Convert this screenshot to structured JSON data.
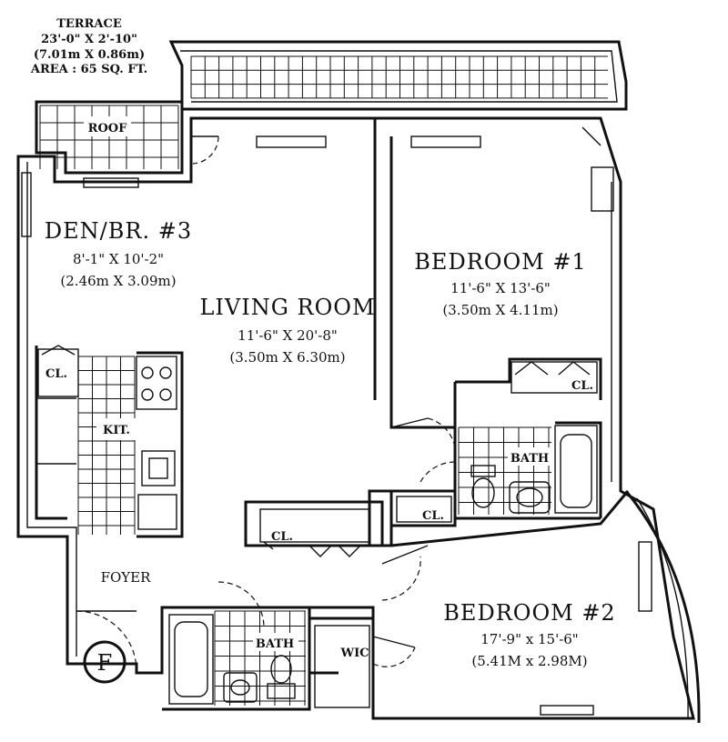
{
  "terrace": {
    "title": "TERRACE",
    "dims_ft": "23'-0\" X 2'-10\"",
    "dims_m": "(7.01m X 0.86m)",
    "area": "AREA : 65 SQ. FT."
  },
  "roof": {
    "label": "ROOF"
  },
  "den": {
    "name": "DEN/BR. #3",
    "dims_ft": "8'-1\" X 10'-2\"",
    "dims_m": "(2.46m X 3.09m)"
  },
  "living": {
    "name": "LIVING ROOM",
    "dims_ft": "11'-6\" X 20'-8\"",
    "dims_m": "(3.50m X 6.30m)"
  },
  "bedroom1": {
    "name": "BEDROOM #1",
    "dims_ft": "11'-6\" X 13'-6\"",
    "dims_m": "(3.50m X 4.11m)"
  },
  "bedroom2": {
    "name": "BEDROOM #2",
    "dims_ft": "17'-9\" x 15'-6\"",
    "dims_m": "(5.41M x 2.98M)"
  },
  "labels": {
    "kitchen": "KIT.",
    "closet_den": "CL.",
    "closet_bed1": "CL.",
    "closet_hall": "CL.",
    "closet_living": "CL.",
    "bath_top": "BATH",
    "bath_bottom": "BATH",
    "foyer": "FOYER",
    "wic": "WIC",
    "fridge": "F"
  }
}
